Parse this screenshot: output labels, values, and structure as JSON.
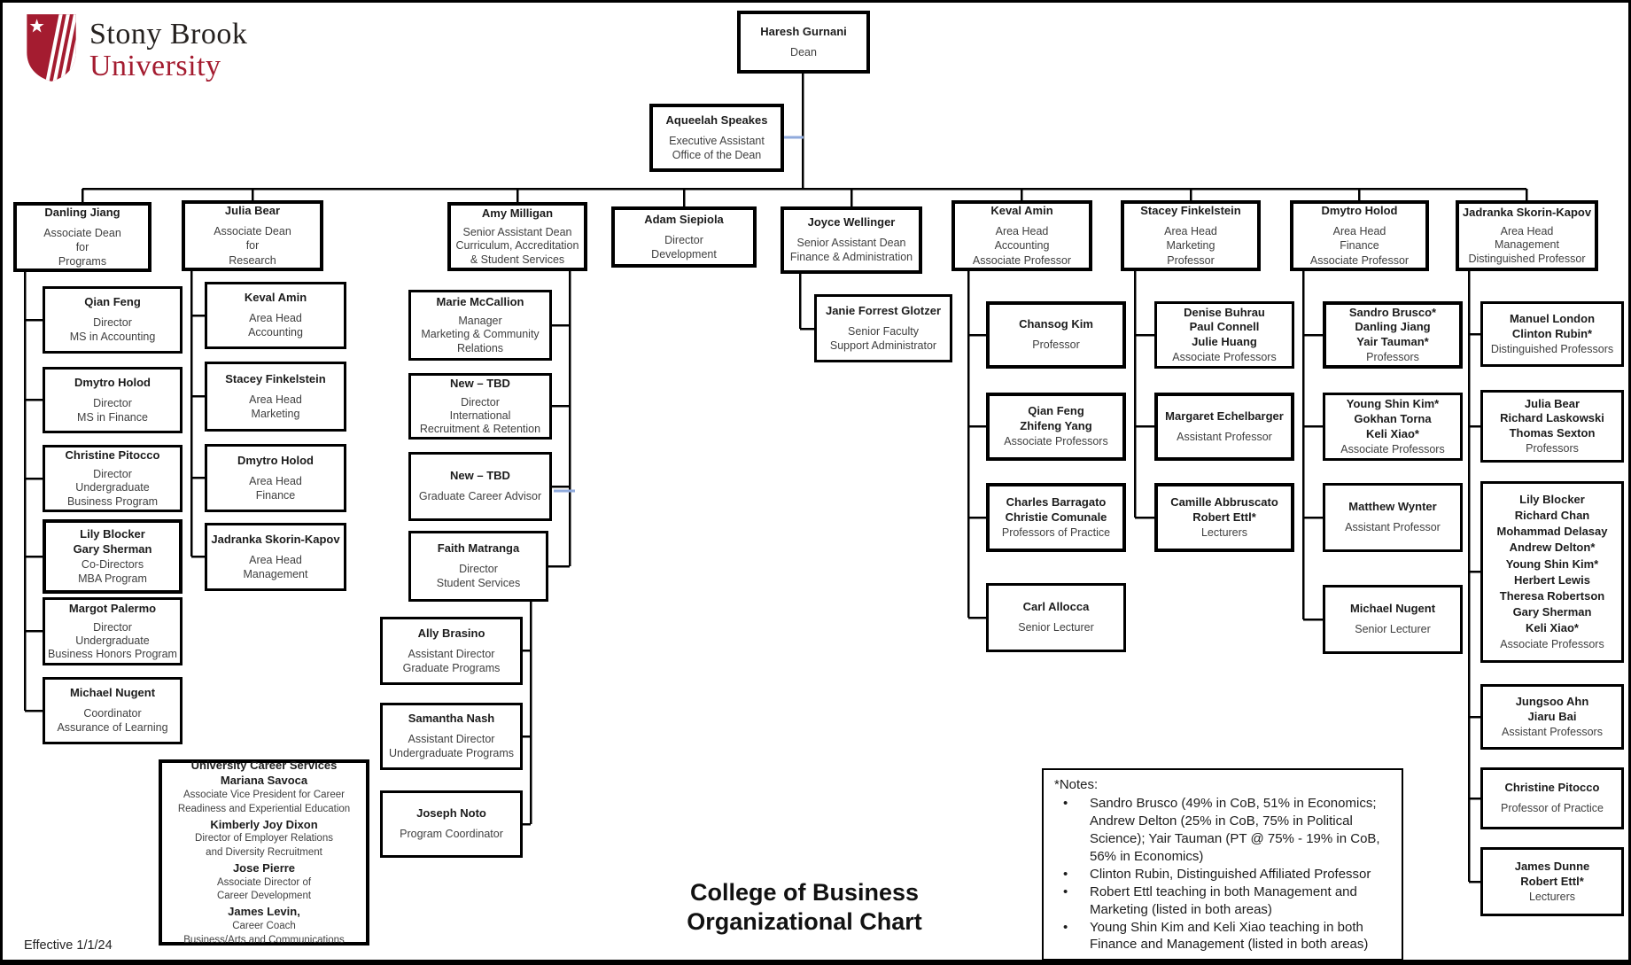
{
  "colors": {
    "sbu_red": "#a41c30",
    "connector_black": "#000000",
    "connector_blue": "#8faadc"
  },
  "logo": {
    "line1": "Stony Brook",
    "line2": "University"
  },
  "chart_title": {
    "line1": "College of Business",
    "line2": "Organizational Chart"
  },
  "effective": "Effective 1/1/24",
  "notes": {
    "title": "*Notes:",
    "items": [
      "Sandro Brusco (49% in CoB, 51% in Economics; Andrew Delton (25% in CoB, 75% in Political Science);  Yair Tauman (PT @ 75% - 19% in CoB, 56% in Economics)",
      "Clinton Rubin, Distinguished Affiliated Professor",
      "Robert Ettl teaching in both Management and Marketing (listed in both areas)",
      "Young Shin Kim and Keli Xiao teaching in both Finance and Management (listed in both areas)"
    ]
  },
  "boxes": {
    "dean": {
      "lines": [
        {
          "t": "Haresh Gurnani",
          "b": true
        },
        {
          "t": "Dean",
          "b": false
        }
      ]
    },
    "exec": {
      "lines": [
        {
          "t": "Aqueelah Speakes",
          "b": true
        },
        {
          "t": "Executive Assistant",
          "b": false
        },
        {
          "t": "Office of the Dean",
          "b": false
        }
      ]
    },
    "r2_danling": {
      "lines": [
        {
          "t": "Danling Jiang",
          "b": true
        },
        {
          "t": "Associate Dean",
          "b": false
        },
        {
          "t": "for",
          "b": false
        },
        {
          "t": "Programs",
          "b": false
        }
      ]
    },
    "r2_julia": {
      "lines": [
        {
          "t": "Julia Bear",
          "b": true
        },
        {
          "t": "Associate Dean",
          "b": false
        },
        {
          "t": "for",
          "b": false
        },
        {
          "t": "Research",
          "b": false
        }
      ]
    },
    "r2_amy": {
      "lines": [
        {
          "t": "Amy Milligan",
          "b": true
        },
        {
          "t": "Senior Assistant Dean",
          "b": false
        },
        {
          "t": "Curriculum, Accreditation",
          "b": false
        },
        {
          "t": "& Student Services",
          "b": false
        }
      ]
    },
    "r2_adam": {
      "lines": [
        {
          "t": "Adam Siepiola",
          "b": true
        },
        {
          "t": "Director",
          "b": false
        },
        {
          "t": "Development",
          "b": false
        }
      ]
    },
    "r2_joyce": {
      "lines": [
        {
          "t": "Joyce Wellinger",
          "b": true
        },
        {
          "t": "Senior Assistant Dean",
          "b": false
        },
        {
          "t": "Finance & Administration",
          "b": false
        }
      ]
    },
    "r2_keval": {
      "lines": [
        {
          "t": "Keval Amin",
          "b": true
        },
        {
          "t": "Area Head",
          "b": false
        },
        {
          "t": "Accounting",
          "b": false
        },
        {
          "t": "Associate Professor",
          "b": false
        }
      ]
    },
    "r2_stacey": {
      "lines": [
        {
          "t": "Stacey Finkelstein",
          "b": true
        },
        {
          "t": "Area Head",
          "b": false
        },
        {
          "t": "Marketing",
          "b": false
        },
        {
          "t": "Professor",
          "b": false
        }
      ]
    },
    "r2_dmytro": {
      "lines": [
        {
          "t": "Dmytro Holod",
          "b": true
        },
        {
          "t": "Area Head",
          "b": false
        },
        {
          "t": "Finance",
          "b": false
        },
        {
          "t": "Associate Professor",
          "b": false
        }
      ]
    },
    "r2_jadranka": {
      "lines": [
        {
          "t": "Jadranka Skorin-Kapov",
          "b": true
        },
        {
          "t": "Area Head",
          "b": false
        },
        {
          "t": "Management",
          "b": false
        },
        {
          "t": "Distinguished Professor",
          "b": false
        }
      ]
    },
    "d1": {
      "lines": [
        {
          "t": "Qian Feng",
          "b": true
        },
        {
          "t": "Director",
          "b": false
        },
        {
          "t": "MS in Accounting",
          "b": false
        }
      ]
    },
    "d2": {
      "lines": [
        {
          "t": "Dmytro Holod",
          "b": true
        },
        {
          "t": "Director",
          "b": false
        },
        {
          "t": "MS in Finance",
          "b": false
        }
      ]
    },
    "d3": {
      "lines": [
        {
          "t": "Christine Pitocco",
          "b": true
        },
        {
          "t": "Director",
          "b": false
        },
        {
          "t": "Undergraduate",
          "b": false
        },
        {
          "t": "Business Program",
          "b": false
        }
      ]
    },
    "d4": {
      "lines": [
        {
          "t": "Lily Blocker",
          "b": true
        },
        {
          "t": "Gary Sherman",
          "b": true
        },
        {
          "t": "Co-Directors",
          "b": false
        },
        {
          "t": "MBA Program",
          "b": false
        }
      ]
    },
    "d5": {
      "lines": [
        {
          "t": "Margot Palermo",
          "b": true
        },
        {
          "t": "Director",
          "b": false
        },
        {
          "t": "Undergraduate",
          "b": false
        },
        {
          "t": "Business Honors Program",
          "b": false
        }
      ]
    },
    "d6": {
      "lines": [
        {
          "t": "Michael Nugent",
          "b": true
        },
        {
          "t": "Coordinator",
          "b": false
        },
        {
          "t": "Assurance of Learning",
          "b": false
        }
      ]
    },
    "j1": {
      "lines": [
        {
          "t": "Keval Amin",
          "b": true
        },
        {
          "t": "Area Head",
          "b": false
        },
        {
          "t": "Accounting",
          "b": false
        }
      ]
    },
    "j2": {
      "lines": [
        {
          "t": "Stacey Finkelstein",
          "b": true
        },
        {
          "t": "Area Head",
          "b": false
        },
        {
          "t": "Marketing",
          "b": false
        }
      ]
    },
    "j3": {
      "lines": [
        {
          "t": "Dmytro Holod",
          "b": true
        },
        {
          "t": "Area Head",
          "b": false
        },
        {
          "t": "Finance",
          "b": false
        }
      ]
    },
    "j4": {
      "lines": [
        {
          "t": "Jadranka Skorin-Kapov",
          "b": true
        },
        {
          "t": "Area Head",
          "b": false
        },
        {
          "t": "Management",
          "b": false
        }
      ]
    },
    "ucs": {
      "lines": [
        {
          "t": "University Career Services",
          "b": true
        },
        {
          "t": "Mariana Savoca",
          "b": true
        },
        {
          "t": "Associate Vice President for Career",
          "b": false
        },
        {
          "t": "Readiness and Experiential Education",
          "b": false
        },
        {
          "t": "Kimberly Joy Dixon",
          "b": true
        },
        {
          "t": "Director of Employer Relations",
          "b": false
        },
        {
          "t": "and Diversity Recruitment",
          "b": false
        },
        {
          "t": "Jose Pierre",
          "b": true
        },
        {
          "t": "Associate Director of",
          "b": false
        },
        {
          "t": "Career Development",
          "b": false
        },
        {
          "t": "James Levin,",
          "b": true
        },
        {
          "t": "Career Coach",
          "b": false
        },
        {
          "t": "Business/Arts and Communications",
          "b": false
        }
      ]
    },
    "a1": {
      "lines": [
        {
          "t": "Marie McCallion",
          "b": true
        },
        {
          "t": "Manager",
          "b": false
        },
        {
          "t": "Marketing & Community",
          "b": false
        },
        {
          "t": "Relations",
          "b": false
        }
      ]
    },
    "a2": {
      "lines": [
        {
          "t": "New – TBD",
          "b": true
        },
        {
          "t": "Director",
          "b": false
        },
        {
          "t": "International",
          "b": false
        },
        {
          "t": "Recruitment & Retention",
          "b": false
        }
      ]
    },
    "a3": {
      "lines": [
        {
          "t": "New – TBD",
          "b": true
        },
        {
          "t": "Graduate Career Advisor",
          "b": false
        }
      ]
    },
    "a4": {
      "lines": [
        {
          "t": "Faith Matranga",
          "b": true
        },
        {
          "t": "Director",
          "b": false
        },
        {
          "t": "Student Services",
          "b": false
        }
      ]
    },
    "a5": {
      "lines": [
        {
          "t": "Ally Brasino",
          "b": true
        },
        {
          "t": "Assistant Director",
          "b": false
        },
        {
          "t": "Graduate Programs",
          "b": false
        }
      ]
    },
    "a6": {
      "lines": [
        {
          "t": "Samantha Nash",
          "b": true
        },
        {
          "t": "Assistant Director",
          "b": false
        },
        {
          "t": "Undergraduate Programs",
          "b": false
        }
      ]
    },
    "a7": {
      "lines": [
        {
          "t": "Joseph Noto",
          "b": true
        },
        {
          "t": "Program Coordinator",
          "b": false
        }
      ]
    },
    "janie": {
      "lines": [
        {
          "t": "Janie Forrest Glotzer",
          "b": true
        },
        {
          "t": "Senior Faculty",
          "b": false
        },
        {
          "t": "Support Administrator",
          "b": false
        }
      ]
    },
    "k1": {
      "lines": [
        {
          "t": "Chansog Kim",
          "b": true
        },
        {
          "t": "Professor",
          "b": false
        }
      ]
    },
    "k2": {
      "lines": [
        {
          "t": "Qian Feng",
          "b": true
        },
        {
          "t": "Zhifeng Yang",
          "b": true
        },
        {
          "t": "Associate Professors",
          "b": false
        }
      ]
    },
    "k3": {
      "lines": [
        {
          "t": "Charles Barragato",
          "b": true
        },
        {
          "t": "Christie Comunale",
          "b": true
        },
        {
          "t": "Professors of Practice",
          "b": false
        }
      ]
    },
    "k4": {
      "lines": [
        {
          "t": "Carl Allocca",
          "b": true
        },
        {
          "t": "Senior Lecturer",
          "b": false
        }
      ]
    },
    "s1": {
      "lines": [
        {
          "t": "Denise Buhrau",
          "b": true
        },
        {
          "t": "Paul Connell",
          "b": true
        },
        {
          "t": "Julie Huang",
          "b": true
        },
        {
          "t": "Associate Professors",
          "b": false
        }
      ]
    },
    "s2": {
      "lines": [
        {
          "t": "Margaret Echelbarger",
          "b": true
        },
        {
          "t": "Assistant Professor",
          "b": false
        }
      ]
    },
    "s3": {
      "lines": [
        {
          "t": "Camille Abbruscato",
          "b": true
        },
        {
          "t": "Robert Ettl*",
          "b": true
        },
        {
          "t": "Lecturers",
          "b": false
        }
      ]
    },
    "f1": {
      "lines": [
        {
          "t": "Sandro Brusco*",
          "b": true
        },
        {
          "t": "Danling Jiang",
          "b": true
        },
        {
          "t": "Yair Tauman*",
          "b": true
        },
        {
          "t": "Professors",
          "b": false
        }
      ]
    },
    "f2": {
      "lines": [
        {
          "t": "Young Shin Kim*",
          "b": true
        },
        {
          "t": "Gokhan Torna",
          "b": true
        },
        {
          "t": "Keli Xiao*",
          "b": true
        },
        {
          "t": "Associate Professors",
          "b": false
        }
      ]
    },
    "f3": {
      "lines": [
        {
          "t": "Matthew Wynter",
          "b": true
        },
        {
          "t": "Assistant Professor",
          "b": false
        }
      ]
    },
    "f4": {
      "lines": [
        {
          "t": "Michael Nugent",
          "b": true
        },
        {
          "t": "Senior Lecturer",
          "b": false
        }
      ]
    },
    "m1": {
      "lines": [
        {
          "t": "Manuel London",
          "b": true
        },
        {
          "t": "Clinton Rubin*",
          "b": true
        },
        {
          "t": "Distinguished Professors",
          "b": false
        }
      ]
    },
    "m2": {
      "lines": [
        {
          "t": "Julia Bear",
          "b": true
        },
        {
          "t": "Richard Laskowski",
          "b": true
        },
        {
          "t": "Thomas Sexton",
          "b": true
        },
        {
          "t": "Professors",
          "b": false
        }
      ]
    },
    "m3": {
      "lines": [
        {
          "t": "Lily Blocker",
          "b": true
        },
        {
          "t": "Richard Chan",
          "b": true
        },
        {
          "t": "Mohammad Delasay",
          "b": true
        },
        {
          "t": "Andrew Delton*",
          "b": true
        },
        {
          "t": "Young Shin Kim*",
          "b": true
        },
        {
          "t": "Herbert Lewis",
          "b": true
        },
        {
          "t": "Theresa Robertson",
          "b": true
        },
        {
          "t": "Gary Sherman",
          "b": true
        },
        {
          "t": "Keli Xiao*",
          "b": true
        },
        {
          "t": "Associate Professors",
          "b": false
        }
      ]
    },
    "m4": {
      "lines": [
        {
          "t": "Jungsoo Ahn",
          "b": true
        },
        {
          "t": "Jiaru Bai",
          "b": true
        },
        {
          "t": "Assistant Professors",
          "b": false
        }
      ]
    },
    "m5": {
      "lines": [
        {
          "t": "Christine Pitocco",
          "b": true
        },
        {
          "t": "Professor of Practice",
          "b": false
        }
      ]
    },
    "m6": {
      "lines": [
        {
          "t": "James Dunne",
          "b": true
        },
        {
          "t": "Robert Ettl*",
          "b": true
        },
        {
          "t": "Lecturers",
          "b": false
        }
      ]
    }
  }
}
